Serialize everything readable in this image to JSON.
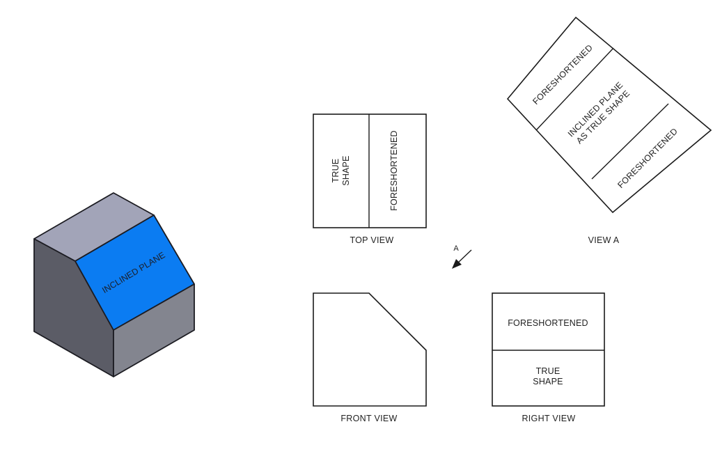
{
  "isometric": {
    "inclined_label": "INCLINED PLANE",
    "colors": {
      "top_face": "#a2a4b8",
      "inclined_face": "#0b7cf2",
      "left_face": "#5b5c66",
      "right_face": "#83858f",
      "edge": "#1c1c22"
    }
  },
  "top_view": {
    "left_region": [
      "TRUE",
      "SHAPE"
    ],
    "right_region": "FORESHORTENED",
    "caption": "TOP VIEW"
  },
  "view_a": {
    "upper_region": "FORESHORTENED",
    "middle_region": [
      "INCLINED PLANE",
      "AS TRUE SHAPE"
    ],
    "lower_region": "FORESHORTENED",
    "caption": "VIEW A"
  },
  "view_arrow": {
    "label": "A"
  },
  "front_view": {
    "caption": "FRONT VIEW"
  },
  "right_view": {
    "upper_region": "FORESHORTENED",
    "lower_region": [
      "TRUE",
      "SHAPE"
    ],
    "caption": "RIGHT VIEW"
  }
}
